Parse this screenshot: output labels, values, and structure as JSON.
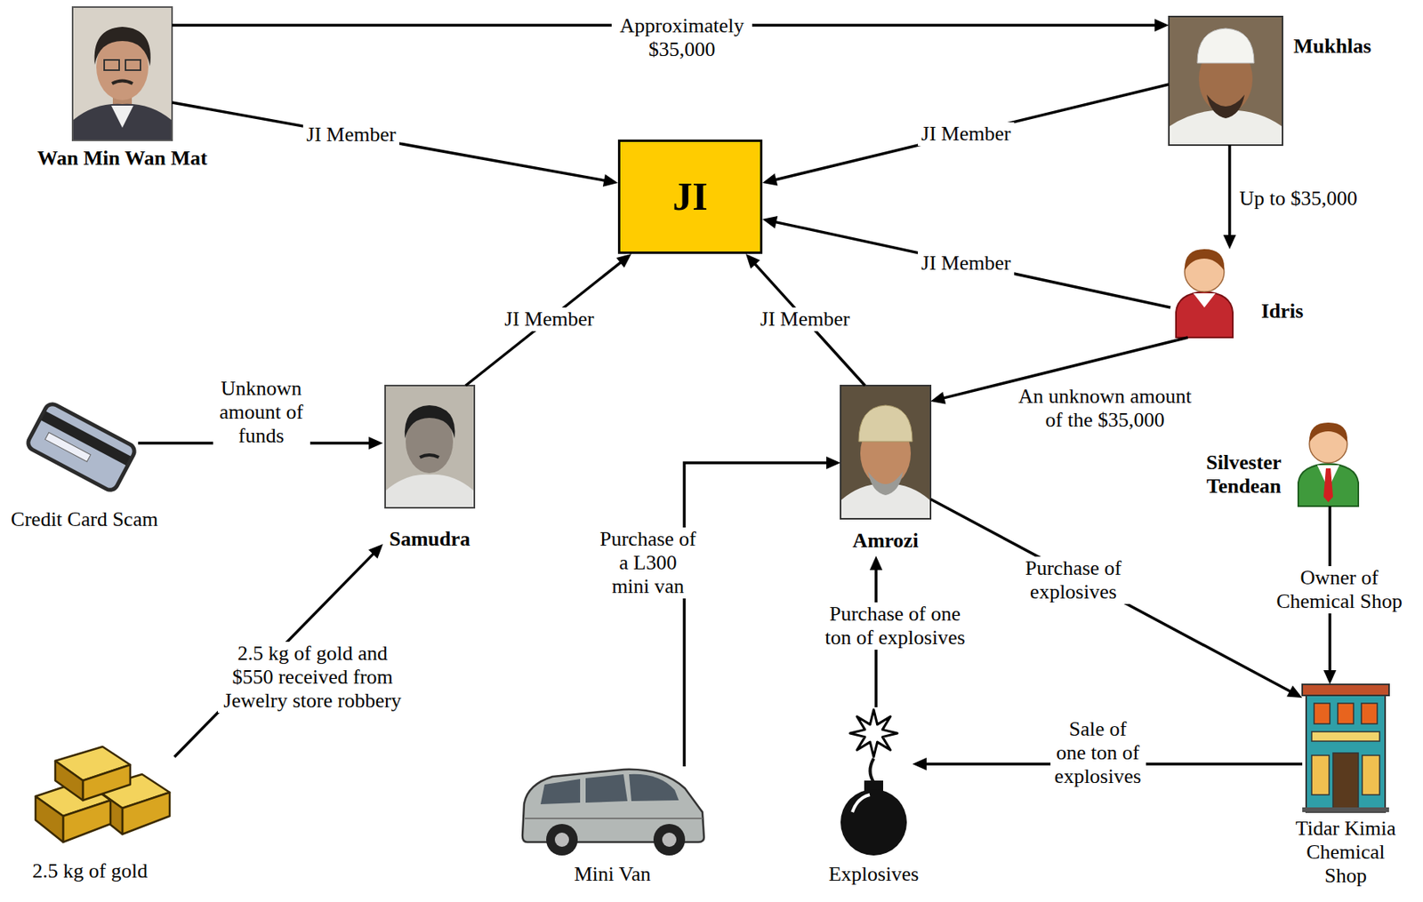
{
  "diagram": {
    "nodes": [
      {
        "text": [
          "Wan Min Wan Mat"
        ]
      },
      {
        "text": [
          "JI"
        ]
      },
      {
        "text": [
          "Mukhlas"
        ]
      },
      {
        "text": [
          "Idris"
        ]
      },
      {
        "text": [
          "Credit Card Scam"
        ]
      },
      {
        "text": [
          "Samudra"
        ]
      },
      {
        "text": [
          "Amrozi"
        ]
      },
      {
        "text": [
          "Silvester Tendean"
        ]
      },
      {
        "text": [
          "2.5 kg of gold"
        ]
      },
      {
        "text": [
          "Mini Van"
        ]
      },
      {
        "text": [
          "Explosives"
        ]
      },
      {
        "text": [
          "Tidar Kimia Chemical Shop"
        ]
      }
    ],
    "edges": [
      {
        "from": 0,
        "to": 2,
        "label": "Approximately $35,000",
        "arrow": "to"
      },
      {
        "from": 0,
        "to": 1,
        "label": "JI Member",
        "arrow": "to"
      },
      {
        "from": 2,
        "to": 1,
        "label": "JI Member",
        "arrow": "to"
      },
      {
        "from": 2,
        "to": 3,
        "label": "Up to $35,000",
        "arrow": "to"
      },
      {
        "from": 3,
        "to": 1,
        "label": "JI Member",
        "arrow": "to"
      },
      {
        "from": 3,
        "to": 6,
        "label": "An unknown amount of the $35,000",
        "arrow": "to"
      },
      {
        "from": 4,
        "to": 5,
        "label": "Unknown amount of funds",
        "arrow": "to"
      },
      {
        "from": 5,
        "to": 1,
        "label": "JI Member",
        "arrow": "to"
      },
      {
        "from": 6,
        "to": 1,
        "label": "JI Member",
        "arrow": "to"
      },
      {
        "from": 8,
        "to": 5,
        "label": "2.5 kg of gold and $550 received from Jewelry store robbery",
        "arrow": "to"
      },
      {
        "from": 9,
        "to": 6,
        "label": "Purchase of a L300 mini van",
        "arrow": "to"
      },
      {
        "from": 10,
        "to": 6,
        "label": "Purchase of one ton of explosives",
        "arrow": "to"
      },
      {
        "from": 6,
        "to": 11,
        "label": "Purchase of explosives",
        "arrow": "to"
      },
      {
        "from": 7,
        "to": 11,
        "label": "Owner of Chemical Shop",
        "arrow": "to"
      },
      {
        "from": 11,
        "to": 10,
        "label": "Sale of one ton of explosives",
        "arrow": "to"
      }
    ]
  }
}
